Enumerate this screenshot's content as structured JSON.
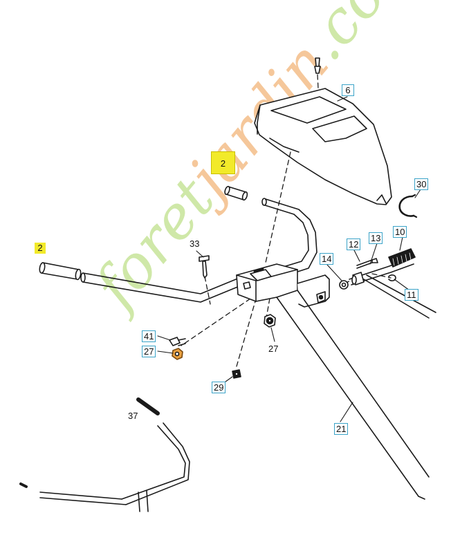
{
  "watermark": {
    "parts": [
      {
        "text": "foret",
        "color": "#cfe8a8"
      },
      {
        "text": "jardin",
        "color": "#f5c79a"
      },
      {
        "text": ".com",
        "color": "#cfe8a8"
      }
    ]
  },
  "callouts": [
    {
      "id": "2a",
      "text": "2",
      "style": "hl-big"
    },
    {
      "id": "2b",
      "text": "2",
      "style": "hl"
    },
    {
      "id": "6",
      "text": "6",
      "style": "boxed"
    },
    {
      "id": "30",
      "text": "30",
      "style": "boxed"
    },
    {
      "id": "33",
      "text": "33",
      "style": "plain"
    },
    {
      "id": "12",
      "text": "12",
      "style": "boxed"
    },
    {
      "id": "13",
      "text": "13",
      "style": "boxed"
    },
    {
      "id": "10",
      "text": "10",
      "style": "boxed"
    },
    {
      "id": "14",
      "text": "14",
      "style": "boxed"
    },
    {
      "id": "11",
      "text": "11",
      "style": "boxed"
    },
    {
      "id": "41",
      "text": "41",
      "style": "boxed"
    },
    {
      "id": "27a",
      "text": "27",
      "style": "boxed"
    },
    {
      "id": "27b",
      "text": "27",
      "style": "plain"
    },
    {
      "id": "29",
      "text": "29",
      "style": "boxed"
    },
    {
      "id": "37",
      "text": "37",
      "style": "plain"
    },
    {
      "id": "21",
      "text": "21",
      "style": "boxed"
    }
  ],
  "colors": {
    "line": "#1a1a1a",
    "callout_border": "#3aa3c8",
    "highlight": "#f2ea2a",
    "washer_accent": "#e8a040"
  }
}
